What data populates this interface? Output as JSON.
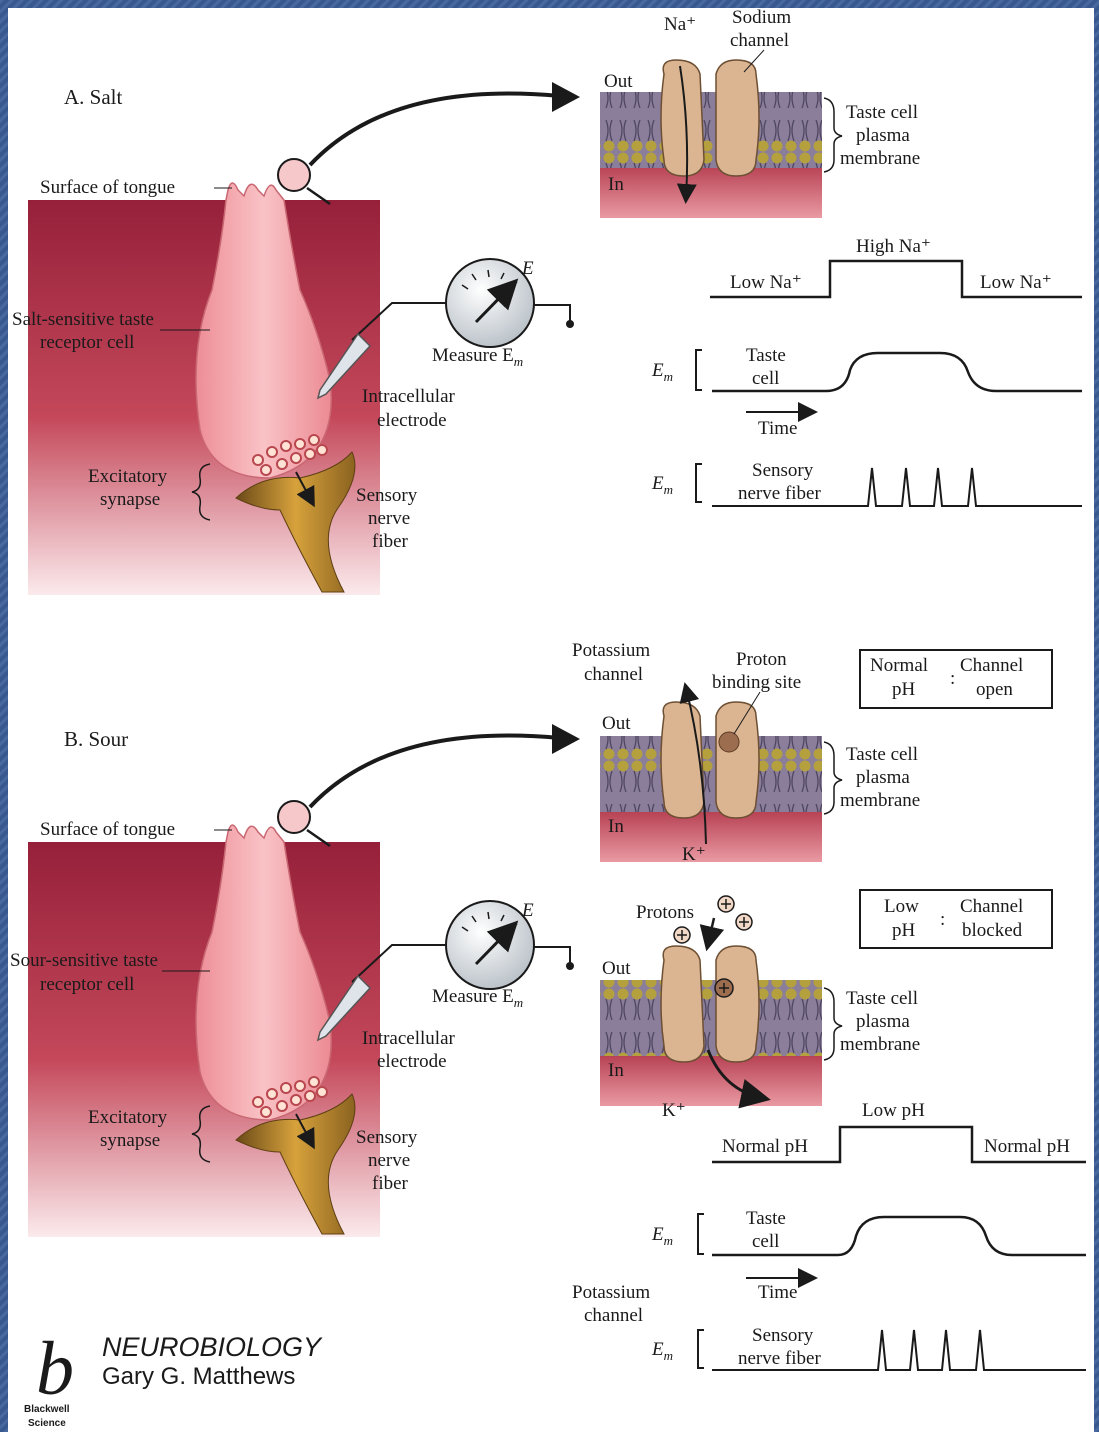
{
  "panel_a": {
    "heading": "A. Salt",
    "surface_of_tongue": "Surface of tongue",
    "receptor_line1": "Salt-sensitive taste",
    "receptor_line2": "receptor cell",
    "measure": "Measure E",
    "measure_sub": "m",
    "meter_label": "E",
    "electrode_line1": "Intracellular",
    "electrode_line2": "electrode",
    "synapse_line1": "Excitatory",
    "synapse_line2": "synapse",
    "nerve_line1": "Sensory",
    "nerve_line2": "nerve",
    "nerve_line3": "fiber",
    "ion": "Na⁺",
    "channel_line1": "Sodium",
    "channel_line2": "channel",
    "out": "Out",
    "in": "In",
    "membrane_line1": "Taste cell",
    "membrane_line2": "plasma",
    "membrane_line3": "membrane",
    "stim_low_left": "Low Na⁺",
    "stim_high": "High Na⁺",
    "stim_low_right": "Low Na⁺",
    "em": "E",
    "em_sub": "m",
    "trace1_line1": "Taste",
    "trace1_line2": "cell",
    "time": "Time",
    "trace2_line1": "Sensory",
    "trace2_line2": "nerve fiber"
  },
  "panel_b": {
    "heading": "B. Sour",
    "surface_of_tongue": "Surface of tongue",
    "receptor_line1": "Sour-sensitive taste",
    "receptor_line2": "receptor cell",
    "measure": "Measure E",
    "measure_sub": "m",
    "meter_label": "E",
    "electrode_line1": "Intracellular",
    "electrode_line2": "electrode",
    "synapse_line1": "Excitatory",
    "synapse_line2": "synapse",
    "nerve_line1": "Sensory",
    "nerve_line2": "nerve",
    "nerve_line3": "fiber",
    "channel_line1": "Potassium",
    "channel_line2": "channel",
    "proton_site_line1": "Proton",
    "proton_site_line2": "binding site",
    "out": "Out",
    "in": "In",
    "k_ion": "K⁺",
    "membrane_line1": "Taste cell",
    "membrane_line2": "plasma",
    "membrane_line3": "membrane",
    "box1_left_line1": "Normal",
    "box1_left_line2": "pH",
    "box1_right_line1": "Channel",
    "box1_right_line2": "open",
    "protons": "Protons",
    "box2_left_line1": "Low",
    "box2_left_line2": "pH",
    "box2_right_line1": "Channel",
    "box2_right_line2": "blocked",
    "stim_low_left": "Normal pH",
    "stim_high": "Low pH",
    "stim_low_right": "Normal pH",
    "em": "E",
    "em_sub": "m",
    "trace1_line1": "Taste",
    "trace1_line2": "cell",
    "time": "Time",
    "side_line1": "Potassium",
    "side_line2": "channel",
    "trace2_line1": "Sensory",
    "trace2_line2": "nerve fiber"
  },
  "branding": {
    "logo_letter": "b",
    "book_title": "NEUROBIOLOGY",
    "author": "Gary G. Matthews",
    "publisher_line1": "Blackwell",
    "publisher_line2": "Science"
  },
  "colors": {
    "tissue": "#a0283a",
    "cell": "#f4a5aa",
    "nerve": "#c78f27",
    "channel": "#dcb594",
    "membrane_gold": "#b09a3b",
    "frame": "#4868a0"
  }
}
